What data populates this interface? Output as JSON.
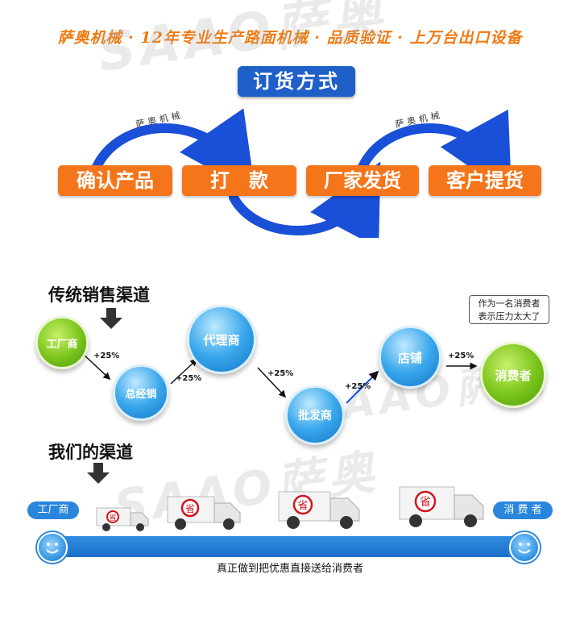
{
  "headline": "萨奥机械 · 12年专业生产路面机械 · 品质验证 · 上万台出口设备",
  "order_section": {
    "title": "订货方式",
    "steps": [
      "确认产品",
      "打　款",
      "厂家发货",
      "客户提货"
    ],
    "arc_label_left": "萨奥机械",
    "arc_label_right": "萨奥机械"
  },
  "traditional": {
    "title": "传统销售渠道",
    "nodes": [
      "工厂商",
      "总经销",
      "代理商",
      "批发商",
      "店铺",
      "消费者"
    ],
    "markups": [
      "+25%",
      "+25%",
      "+25%",
      "+25%",
      "+25%"
    ],
    "bubble": {
      "line1": "作为一名消费者",
      "line2": "表示压力太大了"
    }
  },
  "ours": {
    "title": "我们的渠道",
    "start_label": "工厂商",
    "end_label": "消 费 者",
    "truck_sign": "省",
    "caption": "真正做到把优惠直接送给消费者"
  },
  "watermark": "SAAO萨奥",
  "colors": {
    "orange": "#f5751a",
    "blue": "#1f5fc8",
    "arrow_blue": "#1a4fd8",
    "green": "#79c41a",
    "light_blue": "#3aa8ec",
    "lane_blue": "#2a86dc"
  }
}
